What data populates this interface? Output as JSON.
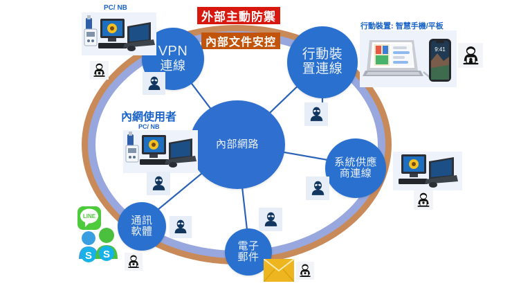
{
  "diagram": {
    "title_banners": [
      {
        "id": "external-defense",
        "label": "外部主動防禦",
        "color": "#d8170f"
      },
      {
        "id": "internal-doc-control",
        "label": "內部文件安控",
        "color": "#c1540a"
      }
    ],
    "hub": {
      "label": "內部網路"
    },
    "nodes": [
      {
        "id": "vpn",
        "line1": "VPN",
        "line2": "連線"
      },
      {
        "id": "mobile",
        "line1": "行動裝",
        "line2": "置連線"
      },
      {
        "id": "supplier",
        "line1": "系統供應",
        "line2": "商連線"
      },
      {
        "id": "email",
        "line1": "電子",
        "line2": "郵件"
      },
      {
        "id": "chat",
        "line1": "通訊",
        "line2": "軟體"
      }
    ],
    "captions": [
      {
        "id": "pc-nb-top",
        "text": "PC/ NB"
      },
      {
        "id": "intranet-users",
        "text": "內網使用者"
      },
      {
        "id": "pc-nb-inner",
        "text": "PC/ NB"
      },
      {
        "id": "mobile-devices",
        "text": "行動裝置: 智慧手機/平板"
      }
    ],
    "ring": {
      "outer_color": "#c98a5a",
      "inner_color": "#98a7dd"
    },
    "node_color": "#2a71cf",
    "link_color": "#2a62b8",
    "icons": {
      "alien": "alien-intruder-icon",
      "hacker": "hacker-laptop-icon",
      "envelope": "email-envelope-icon",
      "line_app": "line-messenger-icon",
      "skype_blue": "skype-contact-blue-icon",
      "skype_green": "skype-contact-green-icon"
    },
    "phone_screen_time": "9:41"
  }
}
